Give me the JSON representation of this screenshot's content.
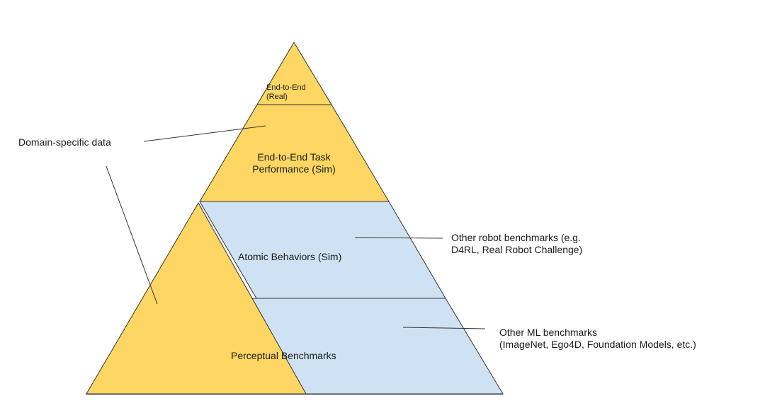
{
  "colors": {
    "yellow": "#fdd663",
    "blue": "#cfe2f3",
    "stroke": "#333333"
  },
  "layers": {
    "top": [
      "End-to-End",
      "(Real)"
    ],
    "task": [
      "End-to-End Task",
      "Performance (Sim)"
    ],
    "atomic": "Atomic Behaviors (Sim)",
    "perceptual": "Perceptual Benchmarks"
  },
  "annotations": {
    "domain": "Domain-specific data",
    "robot": [
      "Other robot benchmarks (e.g.",
      "D4RL, Real Robot Challenge)"
    ],
    "ml": [
      "Other ML benchmarks",
      "(ImageNet, Ego4D, Foundation Models, etc.)"
    ]
  }
}
